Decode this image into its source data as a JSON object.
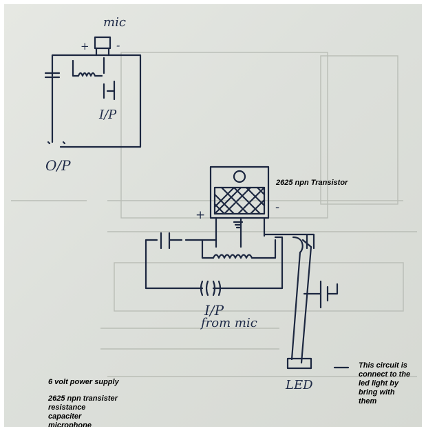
{
  "handwritten": {
    "mic": "mic",
    "plus_top": "+",
    "minus_top": "-",
    "ip_top": "I/P",
    "op": "O/P",
    "plus_mid": "+",
    "minus_mid": "-",
    "ip_bottom": "I/P",
    "from_mic": "from mic",
    "led": "LED"
  },
  "typed": {
    "transistor_label": "2625 npn Transistor",
    "power_supply": "6 volt power supply",
    "components": [
      "2625 npn transister",
      "resistance",
      "capaciter",
      "microphone"
    ],
    "note": [
      "This circuit is",
      "connect to the",
      "led light by",
      "bring with",
      "them"
    ]
  },
  "colors": {
    "ink": "#1c2740",
    "paper": "#dde0db",
    "print_text": "#000000"
  }
}
